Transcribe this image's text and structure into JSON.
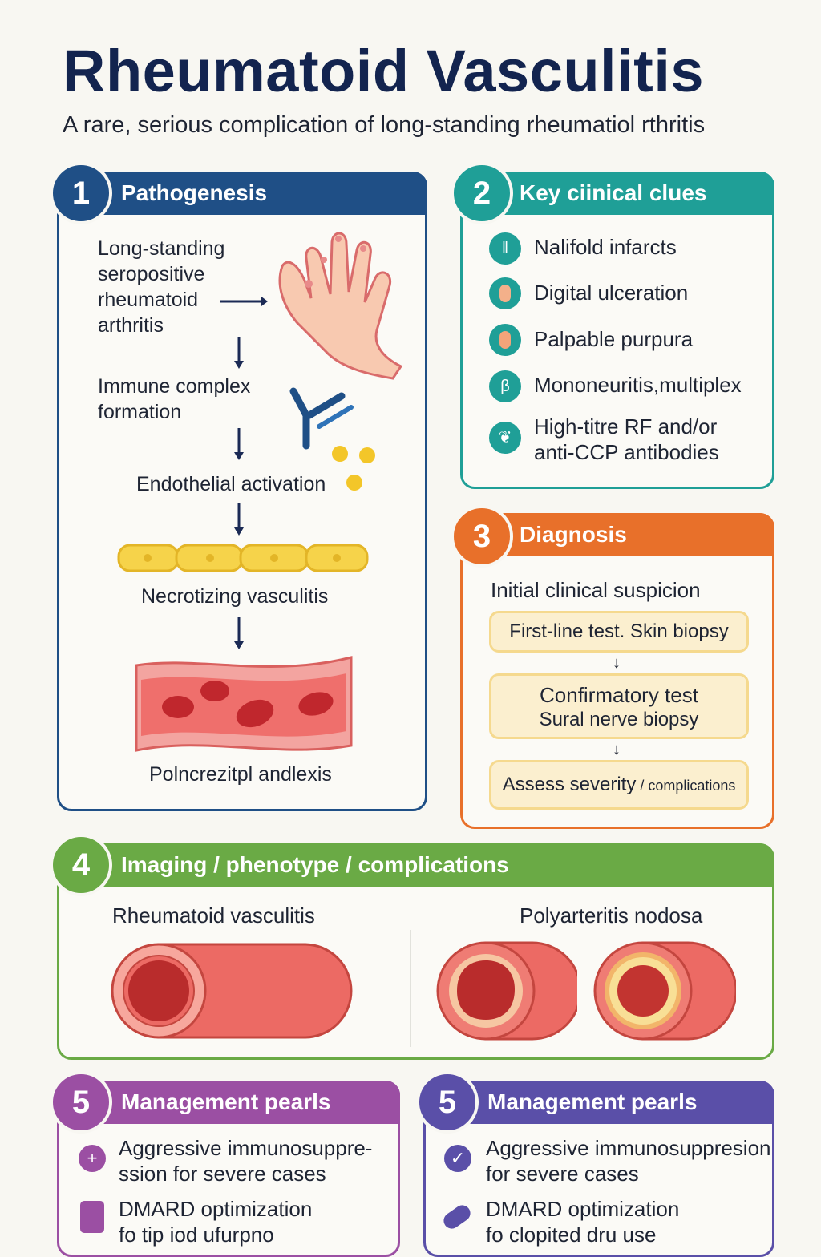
{
  "header": {
    "title": "Rheumatoid Vasculitis",
    "subtitle": "A rare, serious complication of long-standing rheumatiol rthritis"
  },
  "colors": {
    "navy": "#1f4f86",
    "teal": "#1f9f97",
    "orange": "#e8702a",
    "green": "#6aaa45",
    "purple": "#9b4fa3",
    "indigo": "#5a4fa8"
  },
  "pathogenesis": {
    "number": "1",
    "title": "Pathogenesis",
    "step1": [
      "Long-standing",
      "seropositive",
      "rheumatoid",
      "arthritis"
    ],
    "step2": [
      "Immune complex",
      "formation"
    ],
    "step3": "Endothelial activation",
    "step4": "Necrotizing vasculitis",
    "step5": "Polncrezitpl andlexis",
    "icons": [
      "hand-icon",
      "antibody-icon",
      "endothelium-icon",
      "vessel-icon"
    ]
  },
  "clues": {
    "number": "2",
    "title": "Key ciinical clues",
    "items": [
      {
        "icon": "nailfold-icon",
        "lines": [
          "Nalifold infarcts"
        ]
      },
      {
        "icon": "finger-icon",
        "lines": [
          "Digital ulceration"
        ]
      },
      {
        "icon": "purpura-icon",
        "lines": [
          "Palpable purpura"
        ]
      },
      {
        "icon": "nerve-icon",
        "lines": [
          "Mononeuritis,multiplex"
        ]
      },
      {
        "icon": "antibody-drop-icon",
        "lines": [
          "High-titre RF and/or",
          "anti-CCP antibodies"
        ]
      }
    ]
  },
  "diagnosis": {
    "number": "3",
    "title": "Diagnosis",
    "intro": "Initial clinical suspicion",
    "box1": "First-line test. Skin biopsy",
    "box2_line1": "Confirmatory test",
    "box2_line2": "Sural nerve biopsy",
    "box3_main": "Assess severity",
    "box3_small": " / complications"
  },
  "imaging": {
    "number": "4",
    "title": "Imaging / phenotype / complications",
    "left_label": "Rheumatoid vasculitis",
    "right_label": "Polyarteritis nodosa"
  },
  "management_left": {
    "number": "5",
    "title": "Management pearls",
    "item1": [
      "Aggressive immunosuppre-",
      "ssion for severe cases"
    ],
    "item2": [
      "DMARD optimization",
      "fo tip iod ufurpno"
    ]
  },
  "management_right": {
    "number": "5",
    "title": "Management pearls",
    "item1": [
      "Aggressive immunosuppresion",
      "for severe cases"
    ],
    "item2": [
      "DMARD optimization",
      "fo clopited dru use"
    ]
  }
}
